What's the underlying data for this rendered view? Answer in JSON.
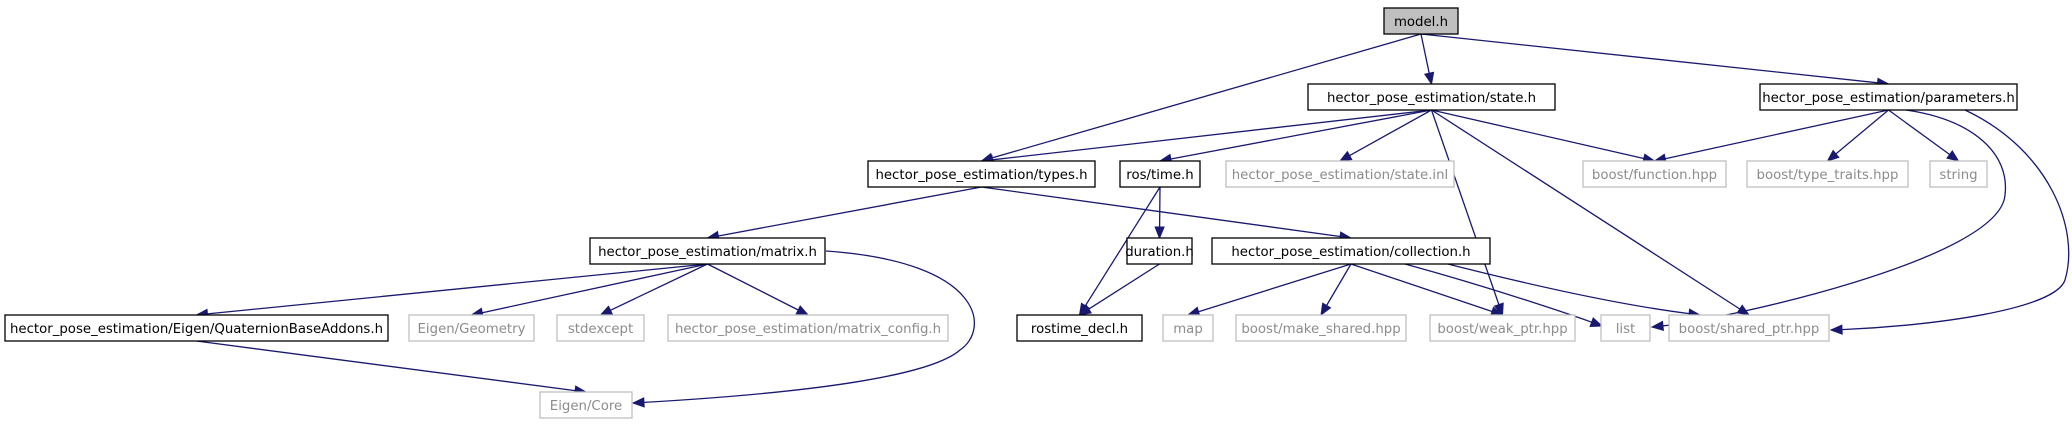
{
  "graph": {
    "edge_color": "#191970",
    "nodes": [
      {
        "id": "model",
        "label": "model.h",
        "kind": "root"
      },
      {
        "id": "state",
        "label": "hector_pose_estimation/state.h",
        "kind": "documented"
      },
      {
        "id": "parameters",
        "label": "hector_pose_estimation/parameters.h",
        "kind": "documented"
      },
      {
        "id": "types",
        "label": "hector_pose_estimation/types.h",
        "kind": "documented"
      },
      {
        "id": "rostime",
        "label": "ros/time.h",
        "kind": "documented"
      },
      {
        "id": "stateinl",
        "label": "hector_pose_estimation/state.inl",
        "kind": "external"
      },
      {
        "id": "function",
        "label": "boost/function.hpp",
        "kind": "external"
      },
      {
        "id": "typetraits",
        "label": "boost/type_traits.hpp",
        "kind": "external"
      },
      {
        "id": "string",
        "label": "string",
        "kind": "external"
      },
      {
        "id": "matrix",
        "label": "hector_pose_estimation/matrix.h",
        "kind": "documented"
      },
      {
        "id": "duration",
        "label": "duration.h",
        "kind": "documented"
      },
      {
        "id": "collection",
        "label": "hector_pose_estimation/collection.h",
        "kind": "documented"
      },
      {
        "id": "quat",
        "label": "hector_pose_estimation/Eigen/QuaternionBaseAddons.h",
        "kind": "documented"
      },
      {
        "id": "geometry",
        "label": "Eigen/Geometry",
        "kind": "external"
      },
      {
        "id": "stdexcept",
        "label": "stdexcept",
        "kind": "external"
      },
      {
        "id": "matrixconfig",
        "label": "hector_pose_estimation/matrix_config.h",
        "kind": "external"
      },
      {
        "id": "rostimedecl",
        "label": "rostime_decl.h",
        "kind": "documented"
      },
      {
        "id": "map",
        "label": "map",
        "kind": "external"
      },
      {
        "id": "makeshared",
        "label": "boost/make_shared.hpp",
        "kind": "external"
      },
      {
        "id": "weakptr",
        "label": "boost/weak_ptr.hpp",
        "kind": "external"
      },
      {
        "id": "list",
        "label": "list",
        "kind": "external"
      },
      {
        "id": "sharedptr",
        "label": "boost/shared_ptr.hpp",
        "kind": "external"
      },
      {
        "id": "eigencore",
        "label": "Eigen/Core",
        "kind": "external"
      }
    ],
    "edges": [
      {
        "from": "model",
        "to": "types"
      },
      {
        "from": "model",
        "to": "state"
      },
      {
        "from": "model",
        "to": "parameters"
      },
      {
        "from": "state",
        "to": "types"
      },
      {
        "from": "state",
        "to": "rostime"
      },
      {
        "from": "state",
        "to": "stateinl"
      },
      {
        "from": "state",
        "to": "function"
      },
      {
        "from": "state",
        "to": "weakptr"
      },
      {
        "from": "state",
        "to": "sharedptr"
      },
      {
        "from": "parameters",
        "to": "function"
      },
      {
        "from": "parameters",
        "to": "typetraits"
      },
      {
        "from": "parameters",
        "to": "string"
      },
      {
        "from": "parameters",
        "to": "list"
      },
      {
        "from": "parameters",
        "to": "sharedptr"
      },
      {
        "from": "types",
        "to": "matrix"
      },
      {
        "from": "types",
        "to": "collection"
      },
      {
        "from": "rostime",
        "to": "duration"
      },
      {
        "from": "rostime",
        "to": "rostimedecl"
      },
      {
        "from": "duration",
        "to": "rostimedecl"
      },
      {
        "from": "matrix",
        "to": "quat"
      },
      {
        "from": "matrix",
        "to": "geometry"
      },
      {
        "from": "matrix",
        "to": "stdexcept"
      },
      {
        "from": "matrix",
        "to": "matrixconfig"
      },
      {
        "from": "matrix",
        "to": "eigencore"
      },
      {
        "from": "quat",
        "to": "eigencore"
      },
      {
        "from": "collection",
        "to": "map"
      },
      {
        "from": "collection",
        "to": "makeshared"
      },
      {
        "from": "collection",
        "to": "weakptr"
      },
      {
        "from": "collection",
        "to": "list"
      },
      {
        "from": "collection",
        "to": "sharedptr"
      }
    ]
  }
}
